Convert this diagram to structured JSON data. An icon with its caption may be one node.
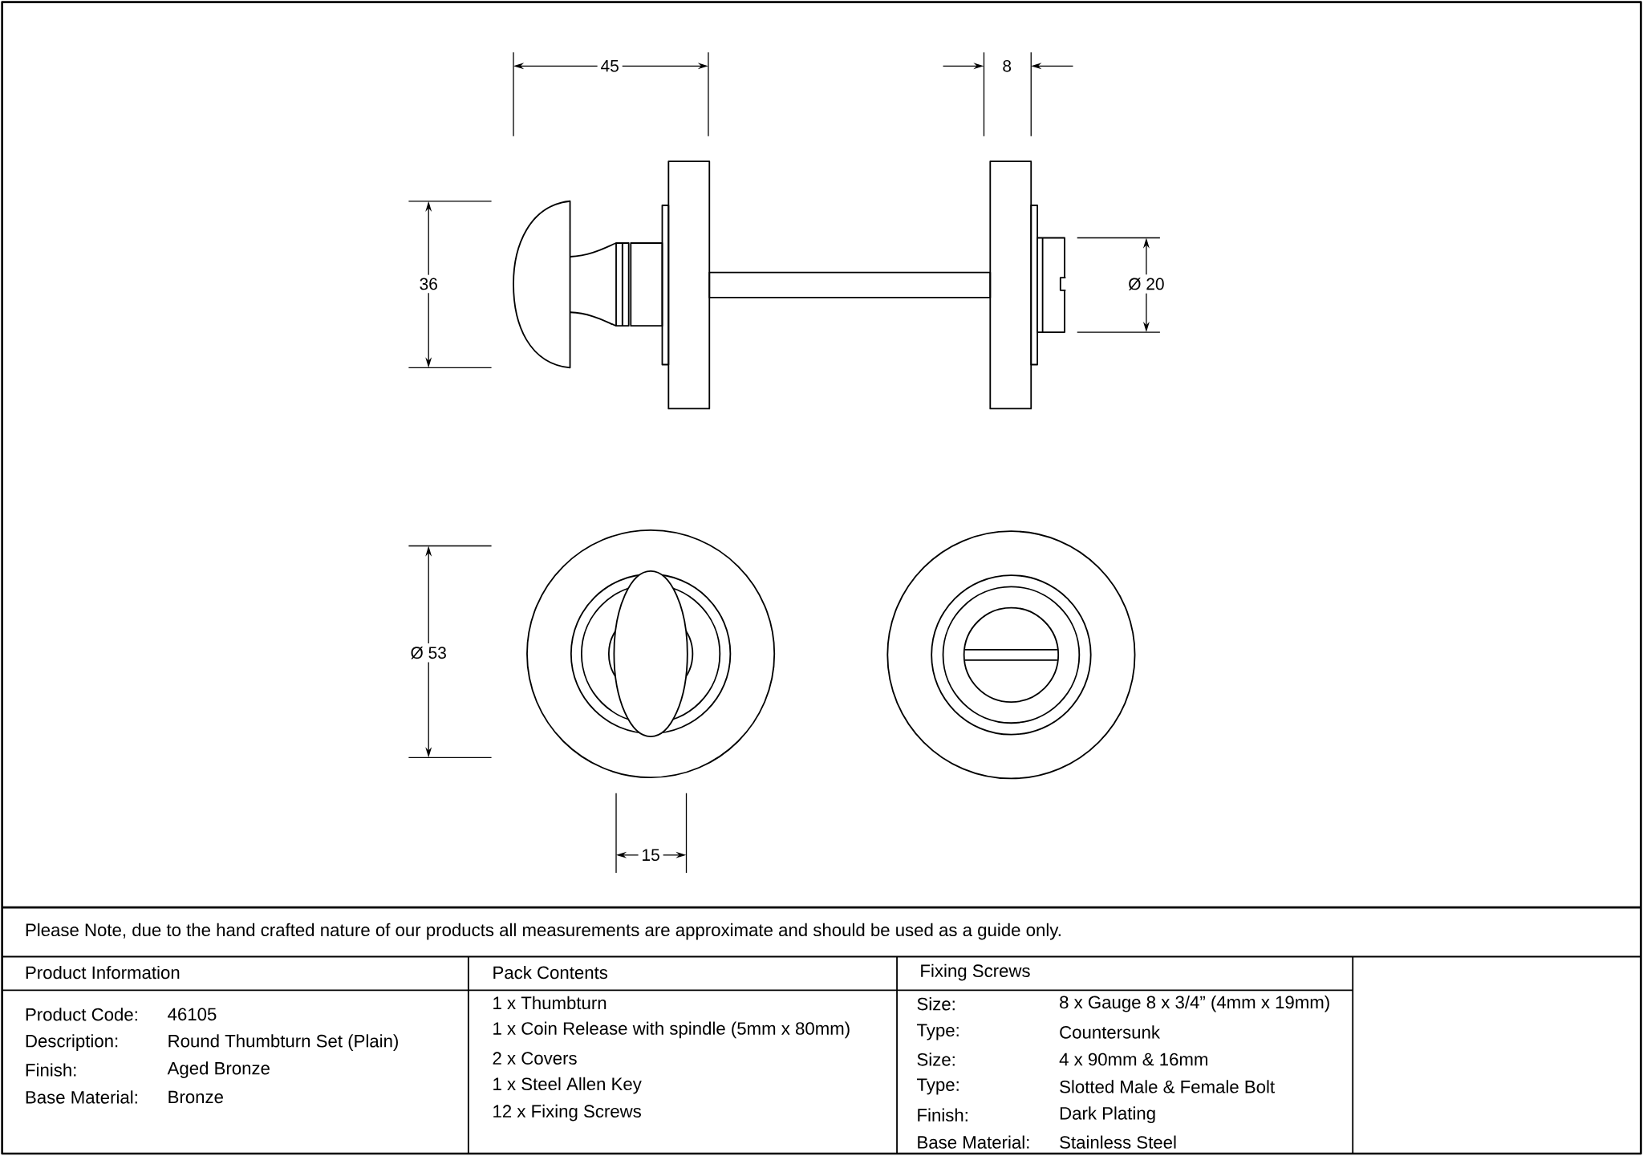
{
  "diagram": {
    "labels": [
      "45",
      "8",
      "36",
      "Ø 20",
      "Ø 53",
      "15",
      "Please Note, due to the hand crafted nature of our products all measurements are approximate and should be used as a guide only.",
      "Product Information",
      "Pack Contents",
      "Fixing Screws",
      "Product Code:",
      "46105",
      "Description:",
      "Round Thumbturn Set (Plain)",
      "Finish:",
      "Aged Bronze",
      "Base Material:",
      "Bronze",
      "1 x Thumbturn",
      "1 x Coin Release with spindle (5mm x 80mm)",
      "2 x Covers",
      "1 x Steel Allen Key",
      "12 x Fixing Screws",
      "Size:",
      "8 x Gauge 8 x 3/4” (4mm x 19mm)",
      "Type:",
      "Countersunk",
      "Size:",
      "4 x 90mm & 16mm",
      "Type:",
      "Slotted Male & Female Bolt",
      "Finish:",
      "Dark Plating",
      "Base Material:",
      "Stainless Steel"
    ]
  }
}
